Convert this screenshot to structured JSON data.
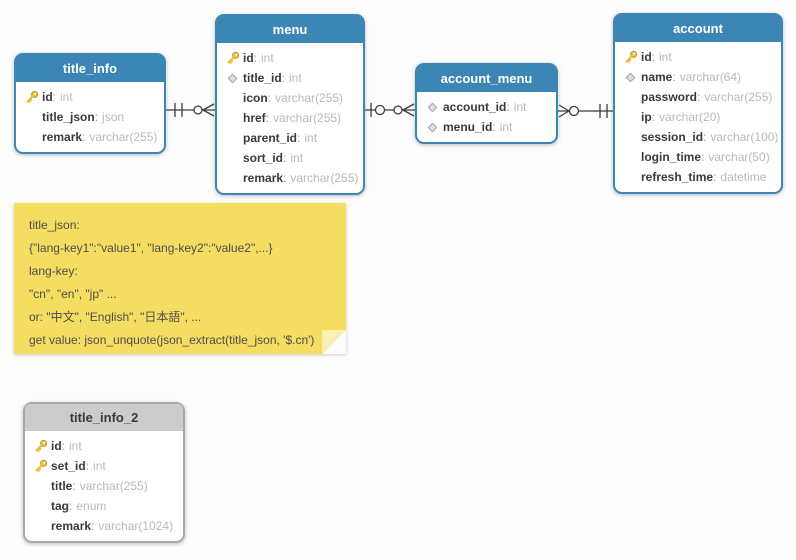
{
  "field_separator": ":",
  "colors": {
    "table_header_blue": "#3c86b5",
    "table_header_gray": "#cccccc",
    "table_border_gray": "#a9a9a9",
    "field_name_color": "#3a3a3a",
    "field_type_color": "#b9b9b9",
    "note_background": "#f5dd62",
    "relationship_line": "#3c3c3c",
    "key_icon_gold": "#f3c53f"
  },
  "tables": [
    {
      "name": "title_info",
      "variant": "blue",
      "fields": [
        {
          "icon": "key-icon",
          "name": "id",
          "type": "int"
        },
        {
          "icon": "none",
          "name": "title_json",
          "type": "json"
        },
        {
          "icon": "none",
          "name": "remark",
          "type": "varchar(255)"
        }
      ]
    },
    {
      "name": "menu",
      "variant": "blue",
      "fields": [
        {
          "icon": "key-icon",
          "name": "id",
          "type": "int"
        },
        {
          "icon": "diamond-icon",
          "name": "title_id",
          "type": "int"
        },
        {
          "icon": "none",
          "name": "icon",
          "type": "varchar(255)"
        },
        {
          "icon": "none",
          "name": "href",
          "type": "varchar(255)"
        },
        {
          "icon": "none",
          "name": "parent_id",
          "type": "int"
        },
        {
          "icon": "none",
          "name": "sort_id",
          "type": "int"
        },
        {
          "icon": "none",
          "name": "remark",
          "type": "varchar(255)"
        }
      ]
    },
    {
      "name": "account_menu",
      "variant": "blue",
      "fields": [
        {
          "icon": "diamond-icon",
          "name": "account_id",
          "type": "int"
        },
        {
          "icon": "diamond-icon",
          "name": "menu_id",
          "type": "int"
        }
      ]
    },
    {
      "name": "account",
      "variant": "blue",
      "fields": [
        {
          "icon": "key-icon",
          "name": "id",
          "type": "int"
        },
        {
          "icon": "diamond-icon",
          "name": "name",
          "type": "varchar(64)"
        },
        {
          "icon": "none",
          "name": "password",
          "type": "varchar(255)"
        },
        {
          "icon": "none",
          "name": "ip",
          "type": "varchar(20)"
        },
        {
          "icon": "none",
          "name": "session_id",
          "type": "varchar(100)"
        },
        {
          "icon": "none",
          "name": "login_time",
          "type": "varchar(50)"
        },
        {
          "icon": "none",
          "name": "refresh_time",
          "type": "datetime"
        }
      ]
    },
    {
      "name": "title_info_2",
      "variant": "gray",
      "fields": [
        {
          "icon": "key-icon",
          "name": "id",
          "type": "int"
        },
        {
          "icon": "key-icon",
          "name": "set_id",
          "type": "int"
        },
        {
          "icon": "none",
          "name": "title",
          "type": "varchar(255)"
        },
        {
          "icon": "none",
          "name": "tag",
          "type": "enum"
        },
        {
          "icon": "none",
          "name": "remark",
          "type": "varchar(1024)"
        }
      ]
    }
  ],
  "note": {
    "lines": [
      "title_json:",
      "{\"lang-key1\":\"value1\", \"lang-key2\":\"value2\",...}",
      "lang-key:",
      "\"cn\", \"en\", \"jp\" ...",
      "or: \"中文\", \"English\", \"日本語\", ...",
      "get value: json_unquote(json_extract(title_json, '$.cn')"
    ]
  },
  "relationships": [
    {
      "from": "title_info",
      "to": "menu",
      "from_cardinality": "exactly-one",
      "to_cardinality": "zero-or-many"
    },
    {
      "from": "menu",
      "to": "account_menu",
      "from_cardinality": "zero-or-one",
      "to_cardinality": "zero-or-many"
    },
    {
      "from": "account_menu",
      "to": "account",
      "from_cardinality": "zero-or-many",
      "to_cardinality": "exactly-one"
    }
  ]
}
